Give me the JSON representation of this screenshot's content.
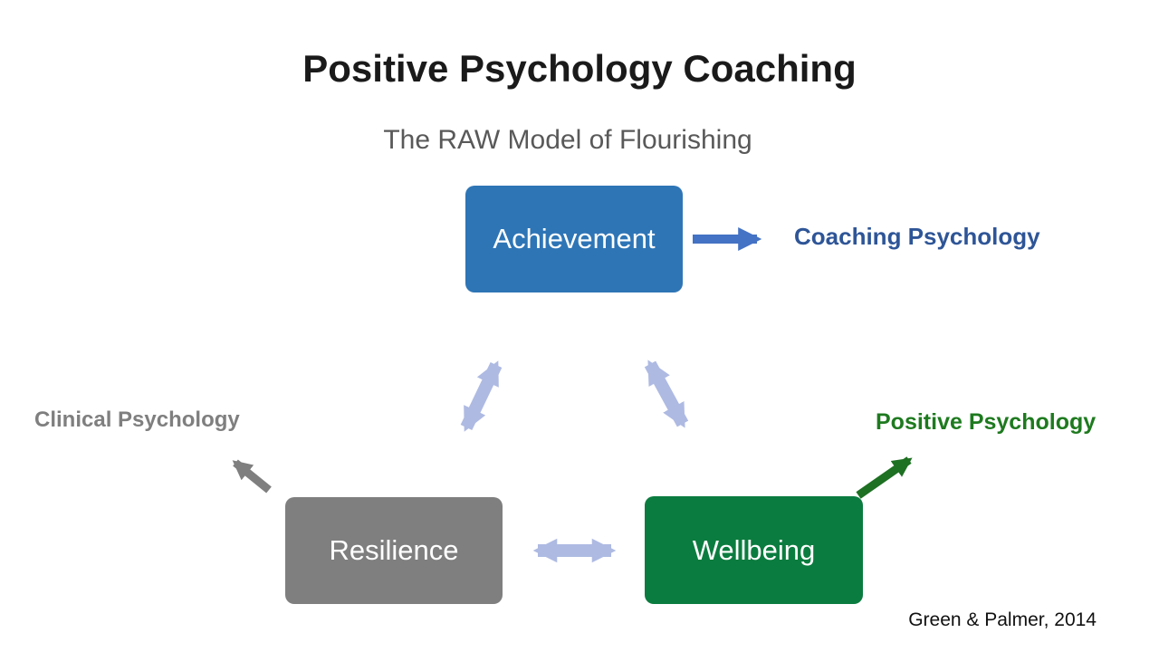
{
  "slide": {
    "title": "Positive Psychology Coaching",
    "subtitle": "The RAW Model of Flourishing",
    "citation": "Green & Palmer, 2014"
  },
  "model": {
    "boxes": [
      {
        "id": "achievement",
        "label": "Achievement"
      },
      {
        "id": "resilience",
        "label": "Resilience"
      },
      {
        "id": "wellbeing",
        "label": "Wellbeing"
      }
    ],
    "external_links": [
      {
        "from": "achievement",
        "label": "Coaching Psychology"
      },
      {
        "from": "resilience",
        "label": "Clinical Psychology"
      },
      {
        "from": "wellbeing",
        "label": "Positive Psychology"
      }
    ],
    "connections": [
      "achievement-resilience",
      "achievement-wellbeing",
      "resilience-wellbeing"
    ]
  },
  "colors": {
    "background": "#FFFFFF",
    "title_text": "#1A1A1A",
    "subtitle_text": "#595959",
    "citation_text": "#111111",
    "achievement_box": "#2E75B6",
    "resilience_box": "#7F7F7F",
    "wellbeing_box": "#0B7C3F",
    "box_text": "#FFFFFF",
    "coaching_text": "#2E5597",
    "clinical_text": "#7F7F7F",
    "positive_text": "#1E7A1F",
    "coaching_arrow": "#4472C4",
    "clinical_arrow": "#7F7F7F",
    "positive_arrow": "#1E7023",
    "connector_arrow": "#AEBAE2"
  }
}
